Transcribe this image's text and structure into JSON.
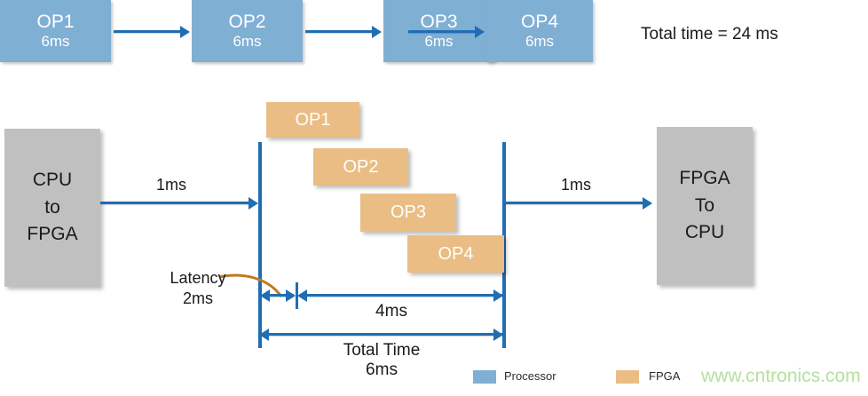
{
  "diagram": {
    "title_note": "Total time = 24 ms",
    "sequential_row": {
      "ops": [
        {
          "name": "OP1",
          "duration": "6ms"
        },
        {
          "name": "OP2",
          "duration": "6ms"
        },
        {
          "name": "OP3",
          "duration": "6ms"
        },
        {
          "name": "OP4",
          "duration": "6ms"
        }
      ],
      "total_time": "Total time = 24 ms"
    },
    "pipeline_row": {
      "left_block": "CPU\nto\nFPGA",
      "left_block_lines": [
        "CPU",
        "to",
        "FPGA"
      ],
      "right_block_lines": [
        "FPGA",
        "To",
        "CPU"
      ],
      "transfer_in_label": "1ms",
      "transfer_out_label": "1ms",
      "ops": [
        {
          "name": "OP1"
        },
        {
          "name": "OP2"
        },
        {
          "name": "OP3"
        },
        {
          "name": "OP4"
        }
      ],
      "latency_label_line1": "Latency",
      "latency_label_line2": "2ms",
      "segment_label": "4ms",
      "total_label_line1": "Total Time",
      "total_label_line2": "6ms"
    },
    "legend": [
      {
        "label": "Processor",
        "color": "#80afd4"
      },
      {
        "label": "FPGA",
        "color": "#eabd84"
      }
    ],
    "watermark": "www.cntronics.com"
  }
}
